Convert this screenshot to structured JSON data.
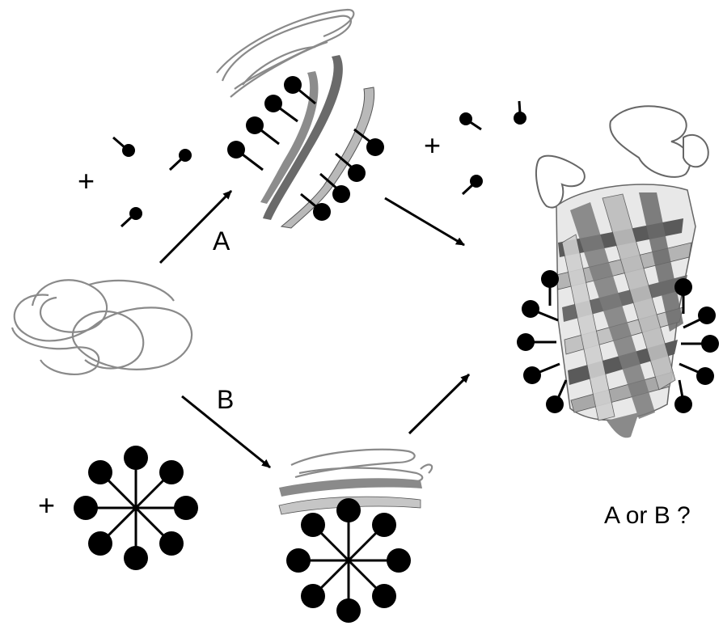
{
  "diagram": {
    "pathway_a_label": "A",
    "pathway_b_label": "B",
    "plus_sign": "+",
    "question": "A or B ?"
  },
  "colors": {
    "ink": "#000000",
    "coil": "#8a8a8a",
    "strand_light": "#c8c8c8",
    "strand_dark": "#5a5a5a"
  },
  "icons": {
    "detergent_monomer": "lollipop-icon",
    "micelle": "micelle-icon",
    "unfolded_protein": "random-coil-icon",
    "folded_barrel": "beta-barrel-icon"
  }
}
